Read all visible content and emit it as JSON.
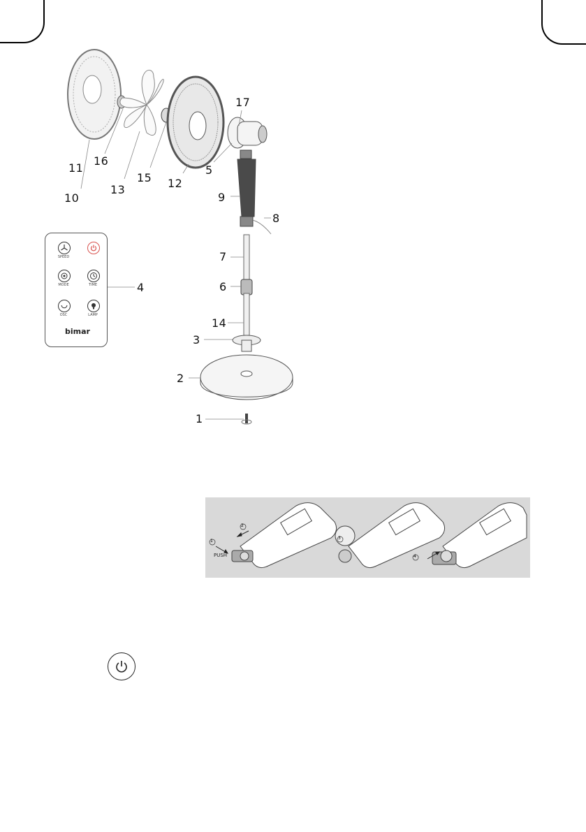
{
  "part_numbers": {
    "n1": "1",
    "n2": "2",
    "n3": "3",
    "n4": "4",
    "n5": "5",
    "n6": "6",
    "n7": "7",
    "n8": "8",
    "n9": "9",
    "n10": "10",
    "n11": "11",
    "n12": "12",
    "n13": "13",
    "n14": "14",
    "n15": "15",
    "n16": "16",
    "n17": "17"
  },
  "remote": {
    "speed_label": "SPEED",
    "mode_label": "MODE",
    "time_label": "TIME",
    "osc_label": "OSC",
    "lamp_label": "LAMP",
    "brand": "bimar"
  },
  "battery_steps": {
    "push_label": "PUSH",
    "step1": "1",
    "step2": "2",
    "step3": "3",
    "step4": "4"
  },
  "colors": {
    "power_accent": "#d9534f",
    "panel_bg": "#d9d9d9"
  },
  "icons": [
    "fan-icon",
    "power-icon",
    "mode-icon",
    "timer-icon",
    "oscillation-icon",
    "lamp-icon"
  ]
}
